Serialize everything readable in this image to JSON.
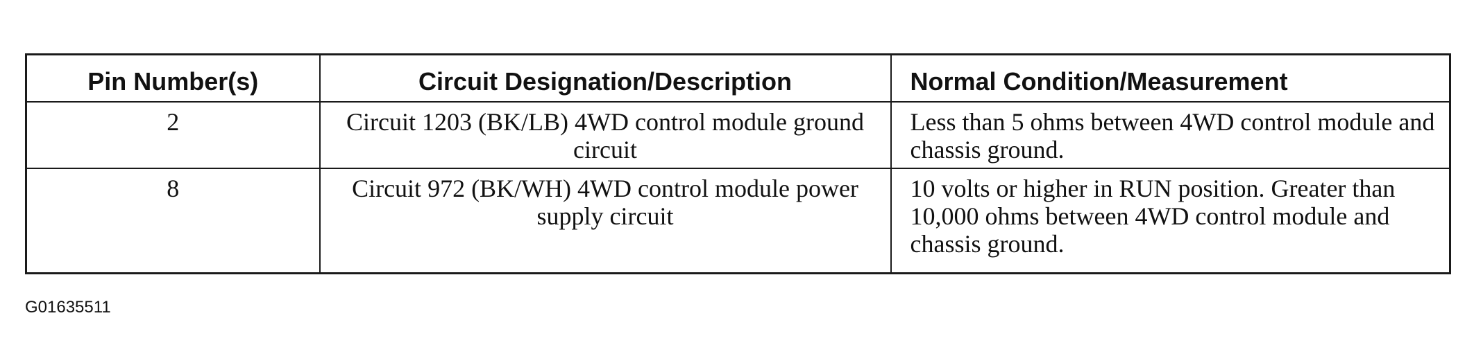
{
  "table": {
    "headers": [
      "Pin Number(s)",
      "Circuit Designation/Description",
      "Normal Condition/Measurement"
    ],
    "rows": [
      {
        "pin": "2",
        "description": "Circuit 1203 (BK/LB) 4WD control module ground circuit",
        "condition": "Less than 5 ohms between 4WD control module and chassis ground."
      },
      {
        "pin": "8",
        "description": "Circuit 972 (BK/WH) 4WD control module power supply circuit",
        "condition": "10 volts or higher in RUN position. Greater than 10,000 ohms between 4WD control module and chassis ground."
      }
    ]
  },
  "figure_id": "G01635511"
}
